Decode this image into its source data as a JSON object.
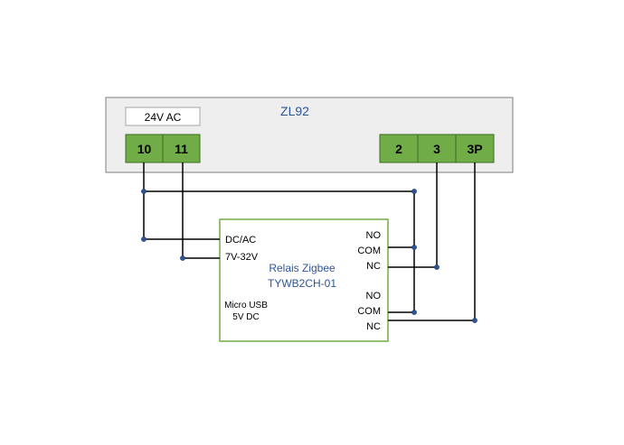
{
  "controller": {
    "title": "ZL92",
    "supply_label": "24V AC",
    "terminals": [
      "10",
      "11",
      "2",
      "3",
      "3P"
    ],
    "colors": {
      "body": "#eeeeee",
      "terminal": "#70ad47",
      "terminal_border": "#3b6b20"
    }
  },
  "relay": {
    "title_line1": "Relais Zigbee",
    "title_line2": "TYWB2CH-01",
    "supply_line1": "DC/AC",
    "supply_line2": "7V-32V",
    "usb_line1": "Micro USB",
    "usb_line2": "5V DC",
    "channel1": [
      "NO",
      "COM",
      "NC"
    ],
    "channel2": [
      "NO",
      "COM",
      "NC"
    ],
    "colors": {
      "border": "#70ad47",
      "title": "#2f5597"
    }
  },
  "wiring": {
    "colors": {
      "wire": "#000000",
      "junction": "#2f5597"
    }
  }
}
